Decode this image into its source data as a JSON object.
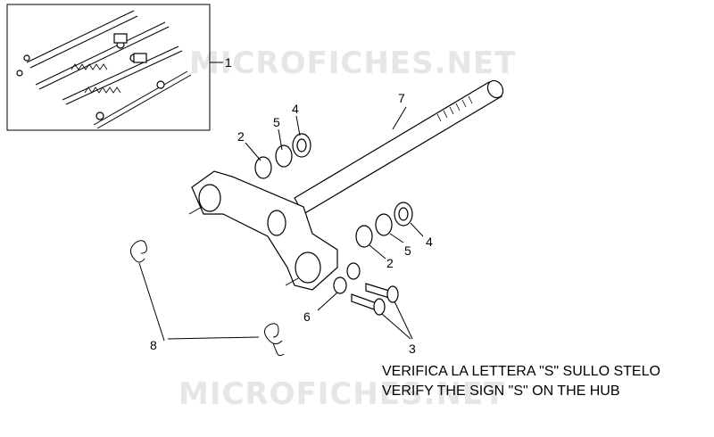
{
  "watermark": "MICROFICHES.NET",
  "callouts": {
    "c1": "1",
    "c2a": "2",
    "c2b": "2",
    "c3": "3",
    "c4a": "4",
    "c4b": "4",
    "c5a": "5",
    "c5b": "5",
    "c6": "6",
    "c7": "7",
    "c8": "8"
  },
  "notes": {
    "line_it": "VERIFICA LA LETTERA \"S\" SULLO STELO",
    "line_en": "VERIFY THE SIGN \"S\" ON THE HUB"
  }
}
